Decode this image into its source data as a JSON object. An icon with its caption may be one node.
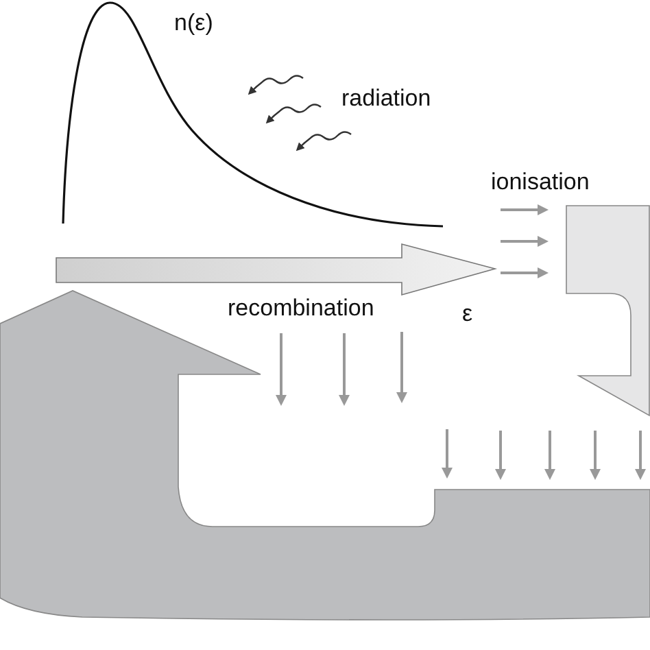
{
  "diagram": {
    "labels": [
      "n(ε)",
      "radiation",
      "ionisation",
      "recombination",
      "ε"
    ]
  }
}
